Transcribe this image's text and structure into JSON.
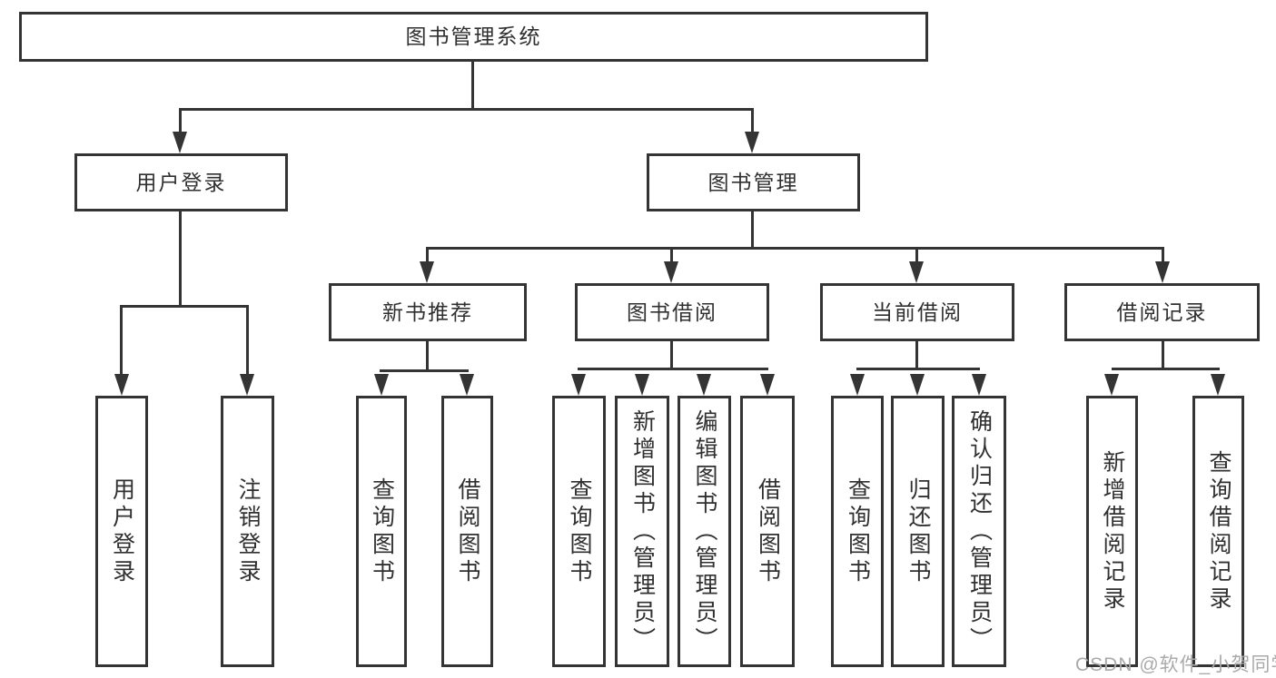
{
  "diagram": {
    "root": {
      "label": "图书管理系统"
    },
    "level1": [
      {
        "label": "用户登录"
      },
      {
        "label": "图书管理"
      }
    ],
    "level2": [
      {
        "label": "新书推荐"
      },
      {
        "label": "图书借阅"
      },
      {
        "label": "当前借阅"
      },
      {
        "label": "借阅记录"
      }
    ],
    "leaves": {
      "user_login": [
        "用户登录",
        "注销登录"
      ],
      "new_books": [
        "查询图书",
        "借阅图书"
      ],
      "book_borrow": [
        "查询图书",
        "新增图书（管理员）",
        "编辑图书（管理员）",
        "借阅图书"
      ],
      "current_borrow": [
        "查询图书",
        "归还图书",
        "确认归还（管理员）"
      ],
      "borrow_records": [
        "新增借阅记录",
        "查询借阅记录"
      ]
    }
  },
  "watermark": {
    "text": "CSDN @软件_小贺同学"
  },
  "colors": {
    "line": "#343434",
    "text": "#303030",
    "watermark": "#aaaaaa",
    "background": "#ffffff"
  }
}
